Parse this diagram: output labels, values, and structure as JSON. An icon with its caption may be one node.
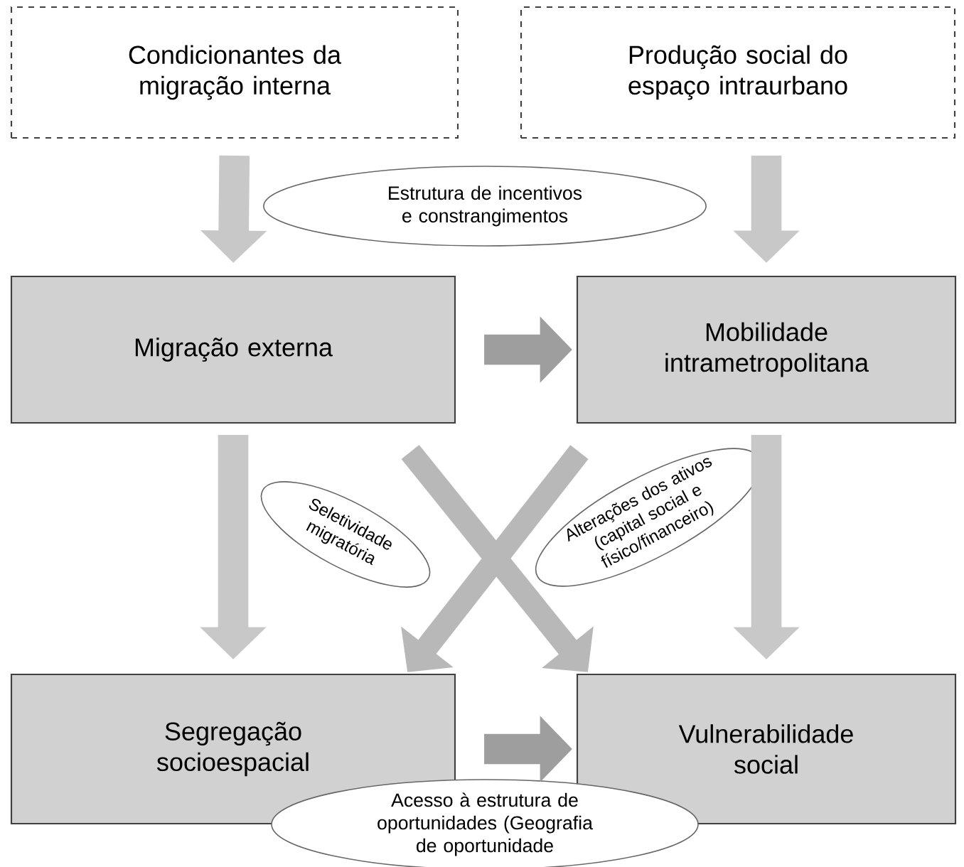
{
  "diagram": {
    "nodes": [
      {
        "text": [
          "Condicionantes da migração interna"
        ]
      },
      {
        "text": [
          "Produção social do espaço intraurbano"
        ]
      },
      {
        "text": [
          "Estrutura de incentivos e constrangimentos"
        ]
      },
      {
        "text": [
          "Migração externa"
        ]
      },
      {
        "text": [
          "Mobilidade intrametropolitana"
        ]
      },
      {
        "text": [
          "Seletividade migratória"
        ]
      },
      {
        "text": [
          "Alterações dos ativos (capital social e físico/financeiro)"
        ]
      },
      {
        "text": [
          "Segregação socioespacial"
        ]
      },
      {
        "text": [
          "Vulnerabilidade social"
        ]
      },
      {
        "text": [
          "Acesso à estrutura de oportunidades (Geografia de oportunidade"
        ]
      }
    ],
    "edges": [
      {
        "from": 0,
        "to": 3,
        "arrow": "to"
      },
      {
        "from": 1,
        "to": 4,
        "arrow": "to"
      },
      {
        "from": 3,
        "to": 4,
        "arrow": "to",
        "color": "#9e9e9e"
      },
      {
        "from": 3,
        "to": 7,
        "arrow": "to"
      },
      {
        "from": 4,
        "to": 8,
        "arrow": "to"
      },
      {
        "from": 3,
        "to": 8,
        "arrow": "to",
        "color": "#b8b8b8"
      },
      {
        "from": 4,
        "to": 7,
        "arrow": "to",
        "color": "#b8b8b8"
      },
      {
        "from": 7,
        "to": 8,
        "arrow": "to",
        "color": "#9e9e9e"
      }
    ]
  }
}
